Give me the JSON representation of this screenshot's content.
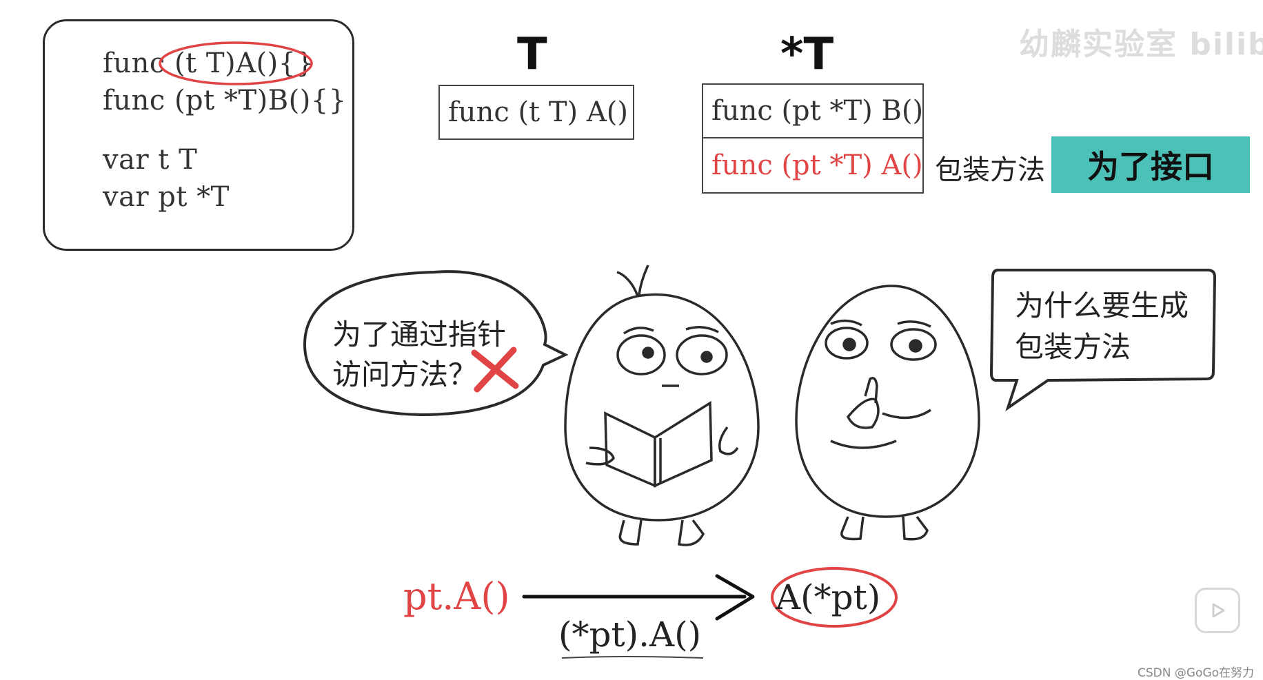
{
  "code_box": {
    "line1": "func (t T)A(){}",
    "line2": "func (pt *T)B(){}",
    "line3": "var t T",
    "line4": "var pt *T"
  },
  "col_T": {
    "heading": "T",
    "method": "func (t T) A()"
  },
  "col_ptrT": {
    "heading": "*T",
    "method_b": "func (pt *T) B()",
    "method_a": "func (pt *T) A()"
  },
  "wrap_label": "包装方法",
  "interface_label": "为了接口",
  "left_bubble": {
    "line1": "为了通过指针",
    "line2": "访问方法？"
  },
  "right_bubble": {
    "line1": "为什么要生成",
    "line2": "包装方法"
  },
  "bottom": {
    "call": "pt.A()",
    "deref": "(*pt).A()",
    "result": "A(*pt)"
  },
  "watermark": "幼麟实验室 bilibili",
  "credit": "CSDN @GoGo在努力",
  "icons": [
    "play-icon",
    "cross-mark-icon"
  ],
  "colors": {
    "accent_red": "#e04444",
    "teal": "#4cc1b7"
  }
}
